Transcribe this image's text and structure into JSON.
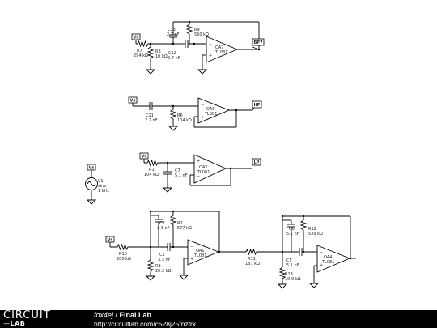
{
  "bp": {
    "vs": "Vs",
    "out": "BP7",
    "r7": [
      "R7",
      "294 kΩ"
    ],
    "r8": [
      "R8",
      "10 kΩ"
    ],
    "r9": [
      "R9",
      "560 kΩ"
    ],
    "c13": [
      "C13",
      "2.7 nF"
    ],
    "c12": [
      "C12",
      "2.7 nF"
    ],
    "oa": [
      "OA7",
      "TL081"
    ]
  },
  "hp": {
    "vs": "Vs",
    "out": "HP",
    "c11": [
      "C11",
      "2.2 nF"
    ],
    "r6": [
      "R6",
      "104 kΩ"
    ],
    "oa": [
      "OA6",
      "TL081"
    ]
  },
  "lp": {
    "vs": "Vs",
    "out": "LP",
    "r1": [
      "R1",
      "104 kΩ"
    ],
    "c7": [
      "C7",
      "5.1 nF"
    ],
    "oa": [
      "OA2",
      "TL081"
    ]
  },
  "src": {
    "tag": "Vs",
    "name": "V1",
    "type": "sine",
    "freq": "1 kHz"
  },
  "stage4": {
    "vs": "Vs",
    "r10": [
      "R10",
      "200 kΩ"
    ],
    "c2": [
      "C2",
      "3.3 nF"
    ],
    "r2": [
      "R2",
      "577 kΩ"
    ],
    "c1": [
      "C1",
      "3.3 nF"
    ],
    "r3": [
      "R3",
      "20.2 kΩ"
    ],
    "oa1": [
      "OA1",
      "TL081"
    ],
    "r11": [
      "R11",
      "187 kΩ"
    ],
    "c6": [
      "C6",
      "5.1 nF"
    ],
    "r12": [
      "R12",
      "539 kΩ"
    ],
    "c5": [
      "C5",
      "5.1 nF"
    ],
    "r13": [
      "R13",
      "10.9 kΩ"
    ],
    "oa4": [
      "OA4",
      "TL081"
    ]
  },
  "footer": {
    "logo_top": "CIRCUIT",
    "logo_bottom": "LAB",
    "author": "fox4ej",
    "sep": " / ",
    "title": "Final Lab",
    "url": "http://circuitlab.com/c528j25fnzfrk"
  }
}
